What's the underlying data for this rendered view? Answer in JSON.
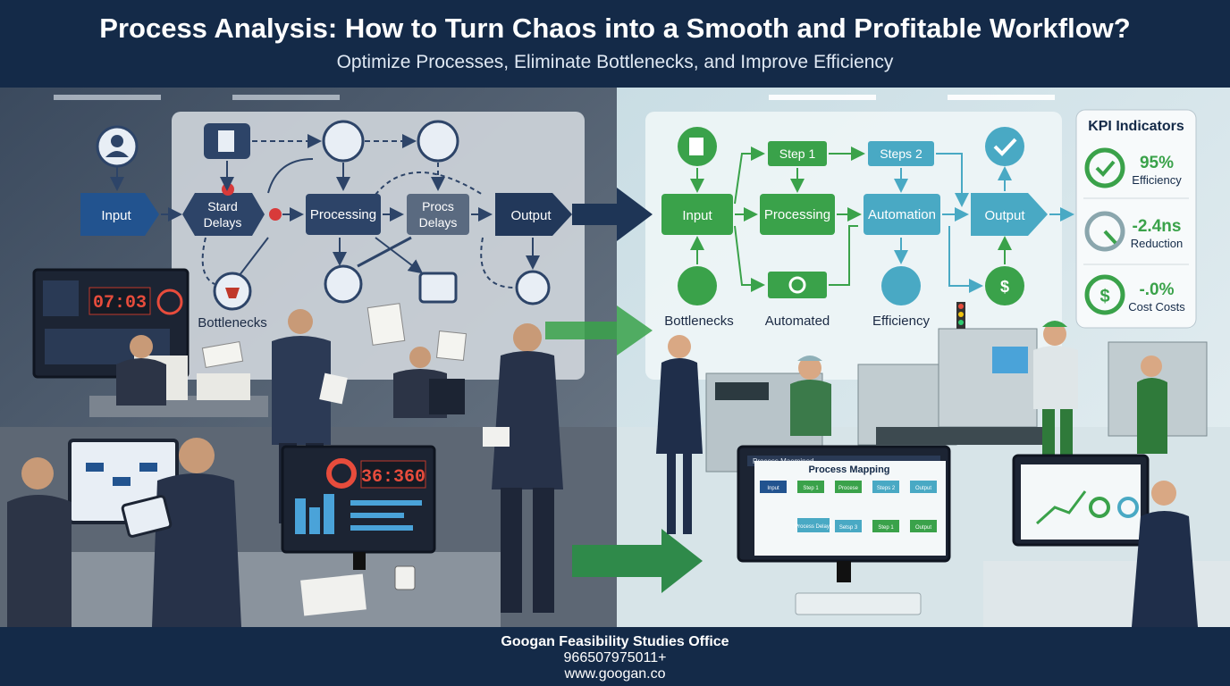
{
  "header": {
    "title": "Process Analysis: How to Turn Chaos into a Smooth and Profitable Workflow?",
    "subtitle": "Optimize Processes, Eliminate Bottlenecks, and Improve Efficiency"
  },
  "chaos_flow": {
    "input": "Input",
    "start_delays_1": "Stard",
    "start_delays_2": "Delays",
    "processing": "Processing",
    "procs_delays_1": "Procs",
    "procs_delays_2": "Delays",
    "output": "Output",
    "bottlenecks": "Bottlenecks",
    "clock_readout": "07:03",
    "monitor_readout": "36:360"
  },
  "smooth_flow": {
    "input": "Input",
    "step1": "Step 1",
    "steps2": "Steps 2",
    "processing": "Processing",
    "automation": "Automation",
    "output": "Output",
    "bottlenecks": "Bottlenecks",
    "automated": "Automated",
    "efficiency": "Efficiency",
    "screen_title": "Process Mapping",
    "screen_header": "Process Maemined",
    "screen_nodes": [
      "Input",
      "Step 1",
      "Procese",
      "Steps 2",
      "Output",
      "Process Delays",
      "Setsp 3",
      "Step 1",
      "Output"
    ]
  },
  "kpi": {
    "title": "KPI Indicators",
    "items": [
      {
        "value": "95%",
        "label": "Efficiency",
        "icon": "check-icon"
      },
      {
        "value": "-2.4ns",
        "label": "Reduction",
        "icon": "gauge-icon"
      },
      {
        "value": "-.0%",
        "label": "Cost Costs",
        "icon": "dollar-icon"
      }
    ]
  },
  "colors": {
    "chaos_node": "#2d4468",
    "smooth_node": "#3aa24a",
    "automation_node": "#49a9c4",
    "header_bg": "#142a48"
  },
  "footer": {
    "company": "Googan Feasibility Studies Office",
    "phone": "966507975011+",
    "website": "www.googan.co"
  }
}
